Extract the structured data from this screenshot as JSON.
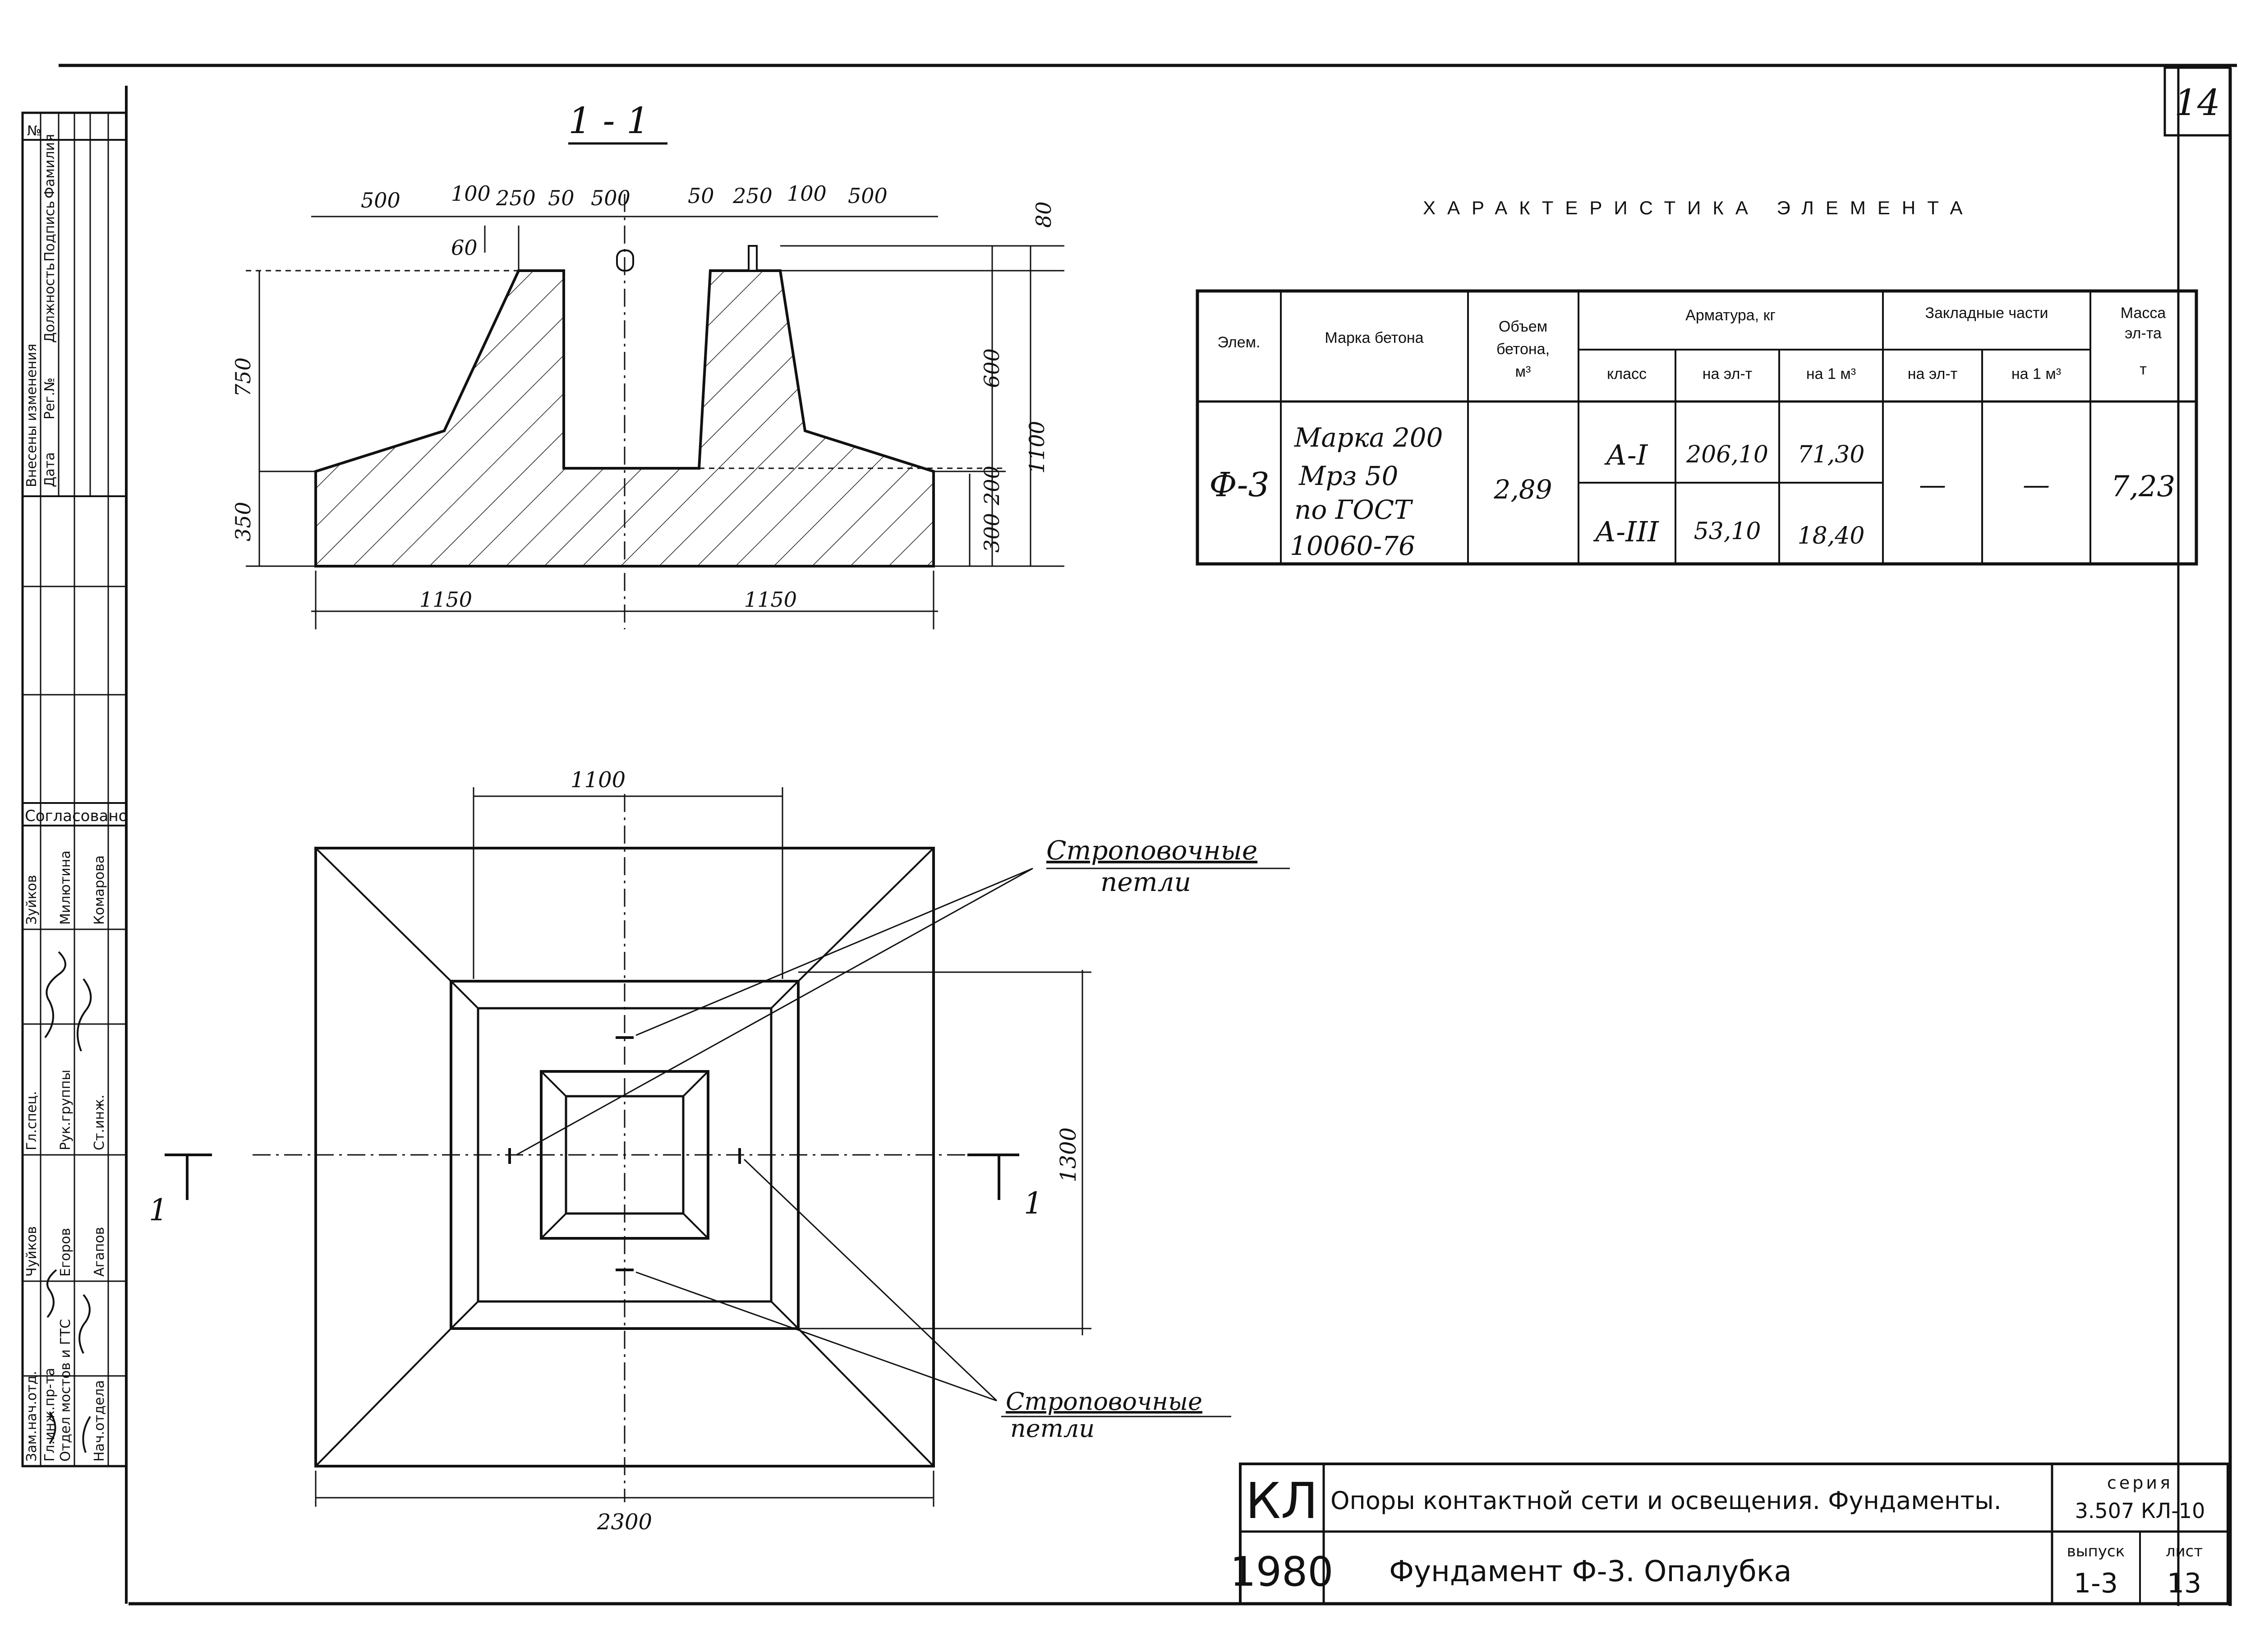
{
  "sheet": {
    "number": "14",
    "section_title": "1 - 1"
  },
  "section_view": {
    "top_dims": [
      "500",
      "100",
      "250",
      "50",
      "500",
      "50",
      "250",
      "100",
      "500"
    ],
    "dim_60": "60",
    "right_dims": [
      "80",
      "600",
      "200",
      "300",
      "1100"
    ],
    "left_dims": [
      "750",
      "350"
    ],
    "bottom_dims": [
      "1150",
      "1150"
    ]
  },
  "plan_view": {
    "dim_top": "1100",
    "dim_right": "1300",
    "dim_bottom": "2300",
    "section_mark_left": "1",
    "section_mark_right": "1",
    "callout_top": [
      "Строповочные",
      "петли"
    ],
    "callout_bottom": [
      "Строповочные",
      "петли"
    ]
  },
  "characteristics": {
    "title": "ХАРАКТЕРИСТИКА ЭЛЕМЕНТА",
    "headers": {
      "element": "Элем.",
      "concrete": "Марка бетона",
      "volume": [
        "Объем",
        "бетона,",
        "м³"
      ],
      "rebar": "Арматура, кг",
      "rebar_class": "класс",
      "rebar_per_el": "на эл-т",
      "rebar_per_m3": "на 1 м³",
      "embedded": "Закладные части",
      "emb_per_el": "на эл-т",
      "emb_per_m3": "на 1 м³",
      "mass": [
        "Масса",
        "эл-та",
        "т"
      ]
    },
    "row": {
      "element": "Ф-3",
      "concrete": [
        "Марка 200",
        "Мрз 50",
        "по ГОСТ",
        "10060-76"
      ],
      "volume": "2,89",
      "rebar": [
        {
          "class": "А-I",
          "per_el": "206,10",
          "per_m3": "71,30"
        },
        {
          "class": "А-III",
          "per_el": "53,10",
          "per_m3": "18,40"
        }
      ],
      "emb_per_el": "—",
      "emb_per_m3": "—",
      "mass": "7,23"
    }
  },
  "title_block": {
    "code": "КЛ",
    "year": "1980",
    "project_title": "Опоры контактной сети и освещения. Фундаменты.",
    "drawing_title": "Фундамент Ф-3. Опалубка",
    "series_label": "серия",
    "series_value": "3.507 КЛ-10",
    "issue_label": "выпуск",
    "issue_value": "1-3",
    "sheet_label": "лист",
    "sheet_value": "13"
  },
  "left_margin": {
    "changes_header": "Внесены изменения",
    "changes_cols": [
      "Дата",
      "Рег.№",
      "Должность",
      "Подпись",
      "Фамилия",
      "№"
    ],
    "agreed": "Согласовано",
    "agreed_names": [
      "Зуйков",
      "Милютина",
      "Комарова"
    ],
    "roles": [
      "Зам.нач.отд.",
      "Гл.инж.пр-та",
      "Отдел мостов и ГТС",
      "Нач.отдела",
      "Гл.спец.",
      "Рук.группы",
      "Ст.инж."
    ],
    "names": [
      "Чуйков",
      "Егоров",
      "Агапов"
    ]
  }
}
